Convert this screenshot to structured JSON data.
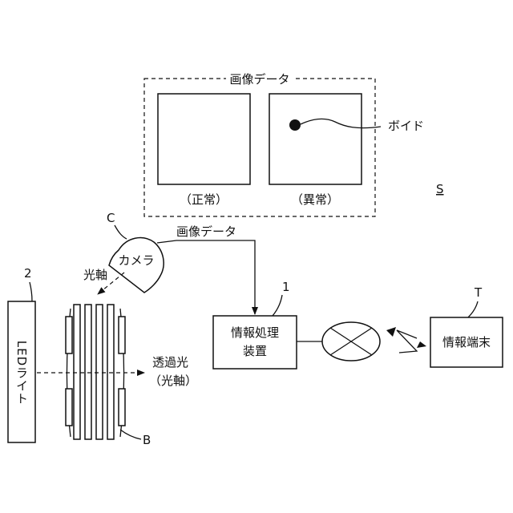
{
  "figure": {
    "system_label": "S",
    "image_data_title": "画像データ",
    "normal_caption": "（正常）",
    "abnormal_caption": "（異常）",
    "void_label": "ボイド",
    "camera_ref": "C",
    "camera_label": "カメラ",
    "optical_axis_label": "光軸",
    "image_data_arrow_label": "画像データ",
    "led_ref": "2",
    "led_label": "LEDライト",
    "transmitted_light_line1": "透過光",
    "transmitted_light_line2": "（光軸）",
    "battery_ref": "B",
    "processor_ref": "1",
    "processor_line1": "情報処理",
    "processor_line2": "装置",
    "terminal_ref": "T",
    "terminal_label": "情報端末"
  }
}
